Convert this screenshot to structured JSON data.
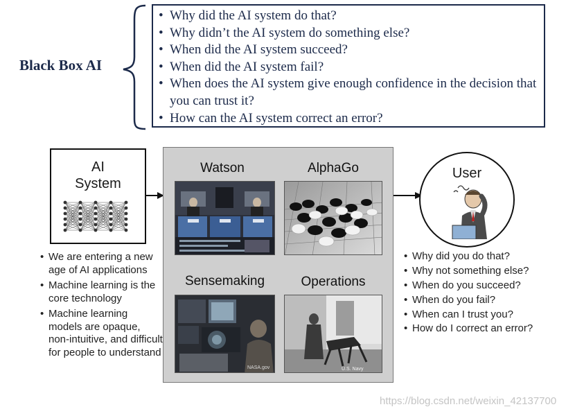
{
  "black_box": {
    "label": "Black Box AI",
    "questions": [
      "Why did the AI system do that?",
      "Why didn’t the AI system do something else?",
      "When did the AI system succeed?",
      "When did the AI system fail?",
      "When does the AI system give enough confidence in the decision that you can trust it?",
      "How can the AI system correct an error?"
    ]
  },
  "ai_system": {
    "title_line1": "AI",
    "title_line2": "System",
    "bullets": [
      "We are entering a new age of AI applications",
      "Machine learning is the core technology",
      "Machine learning models are opaque, non-intuitive, and difficult for people to understand"
    ]
  },
  "applications": {
    "watson": "Watson",
    "alphago": "AlphaGo",
    "sensemaking": "Sensemaking",
    "operations": "Operations",
    "photo_credit": "NASA.gov",
    "photo_credit_2": "U.S. Navy"
  },
  "user": {
    "title": "User",
    "questions": [
      "Why did you do that?",
      "Why not something else?",
      "When do you succeed?",
      "When do you fail?",
      "When can I trust you?",
      "How do I correct an error?"
    ]
  },
  "watermark": "https://blog.csdn.net/weixin_42137700"
}
